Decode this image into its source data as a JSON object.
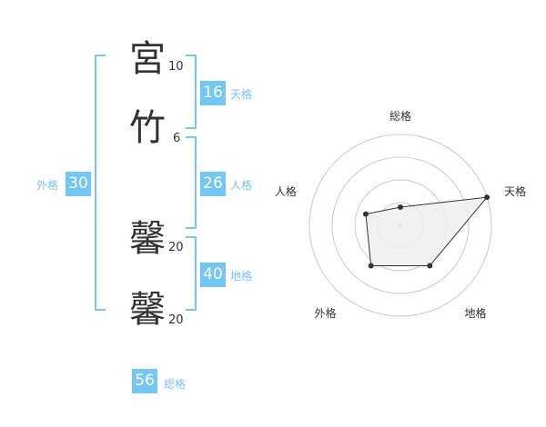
{
  "name": {
    "chars": [
      "宮",
      "竹",
      "馨",
      "馨"
    ],
    "strokes": [
      "10",
      "6",
      "20",
      "20"
    ]
  },
  "kaku": {
    "tenkaku": {
      "value": "16",
      "label": "天格"
    },
    "jinkaku": {
      "value": "26",
      "label": "人格"
    },
    "chikaku": {
      "value": "40",
      "label": "地格"
    },
    "gaikaku": {
      "value": "30",
      "label": "外格"
    },
    "soukaku": {
      "value": "56",
      "label": "総格"
    }
  },
  "radar": {
    "labels": [
      "総格",
      "天格",
      "地格",
      "外格",
      "人格"
    ],
    "values": [
      0.2,
      1.0,
      0.55,
      0.55,
      0.4
    ],
    "ring_count": 4,
    "colors": {
      "ring": "#cccccc",
      "fill": "#eeeeee",
      "line": "#333333",
      "dot": "#333333"
    }
  }
}
